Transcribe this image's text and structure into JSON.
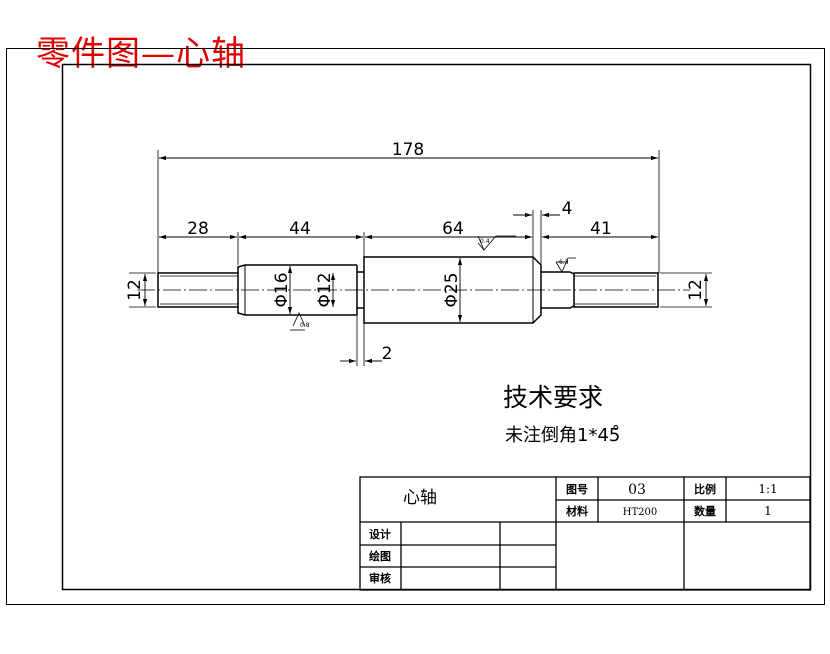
{
  "heading": "零件图—心轴",
  "dimensions": {
    "overall": "178",
    "seg1": "28",
    "seg2": "44",
    "seg3": "64",
    "chamfer_w": "4",
    "seg4": "41",
    "left_dia": "12",
    "right_dia": "12",
    "dia16": "Φ16",
    "dia12": "Φ12",
    "dia25": "Φ25",
    "gap": "2"
  },
  "roughness": {
    "r1": "0.4",
    "r2": "0.8",
    "r3": "6.3"
  },
  "tech_req": {
    "title": "技术要求",
    "note": "未注倒角1*45̊"
  },
  "title_block": {
    "part_name": "心轴",
    "drawing_no_label": "图号",
    "drawing_no": "03",
    "scale_label": "比例",
    "scale": "1:1",
    "material_label": "材料",
    "material": "HT200",
    "qty_label": "数量",
    "qty": "1",
    "design_label": "设计",
    "draw_label": "绘图",
    "review_label": "审核"
  }
}
